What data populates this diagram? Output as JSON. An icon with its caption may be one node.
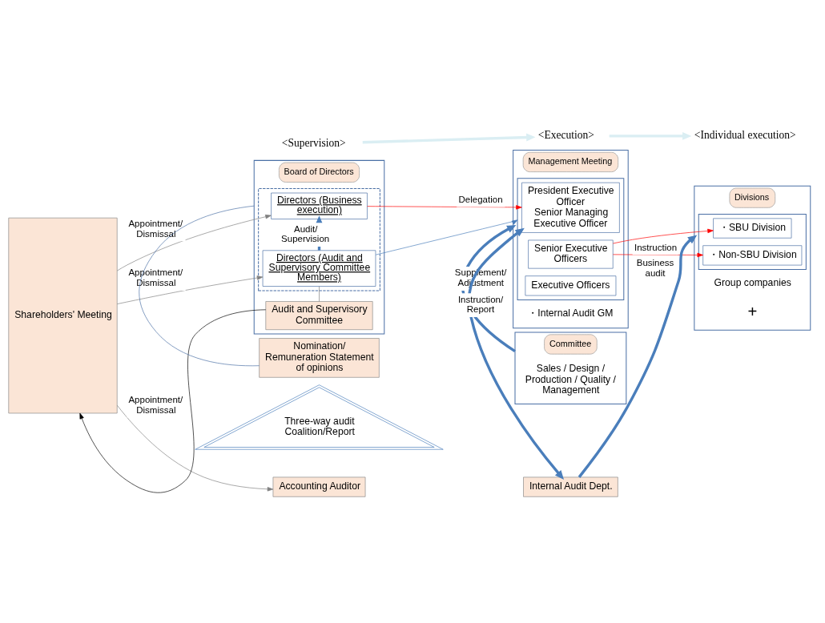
{
  "diagram": {
    "nodes": [
      {
        "text": [
          "Shareholders' Meeting"
        ]
      },
      {
        "text": [
          "Board of Directors"
        ]
      },
      {
        "text": [],
        "shape": "box",
        "in": 1
      },
      {
        "text": [
          "Directors (Business execution)"
        ],
        "in": 2
      },
      {
        "text": [
          "Directors (Audit and Supervisory Committee Members)"
        ],
        "in": 2
      },
      {
        "text": [
          "Audit and Supervisory Committee"
        ],
        "in": 1
      },
      {
        "text": [
          "Nomination/ Remuneration Statement of opinions"
        ]
      },
      {
        "text": [
          "Management Meeting"
        ]
      },
      {
        "text": [],
        "shape": "box",
        "in": 7
      },
      {
        "text": [
          "President Executive Officer",
          "Senior Managing Executive Officer"
        ],
        "in": 8
      },
      {
        "text": [
          "Senior Executive Officers"
        ],
        "in": 8
      },
      {
        "text": [
          "Executive Officers"
        ],
        "in": 8
      },
      {
        "text": [
          "・Internal Audit GM"
        ],
        "in": 7
      },
      {
        "text": [
          "Divisions"
        ]
      },
      {
        "text": [],
        "shape": "box",
        "in": 13
      },
      {
        "text": [
          "・SBU Division"
        ],
        "in": 14
      },
      {
        "text": [
          "・Non-SBU Division"
        ],
        "in": 14
      },
      {
        "text": [
          "Group companies"
        ],
        "in": 13
      },
      {
        "text": [
          "Committee"
        ]
      },
      {
        "text": [
          "Sales / Design / Production / Quality / Management"
        ],
        "in": 18
      },
      {
        "text": [
          "Three-way audit Coalition/Report"
        ]
      },
      {
        "text": [
          "Accounting Auditor"
        ]
      },
      {
        "text": [
          "Internal Audit Dept."
        ]
      },
      {
        "text": [
          "<Supervision>"
        ]
      },
      {
        "text": [
          "<Execution>"
        ]
      },
      {
        "text": [
          "<Individual execution>"
        ]
      }
    ],
    "edges": [
      {
        "from": 23,
        "to": 24,
        "arrow": "to",
        "style": "thick",
        "color": "#daeef3"
      },
      {
        "from": 24,
        "to": 25,
        "arrow": "to",
        "style": "thick",
        "color": "#daeef3"
      },
      {
        "from": 0,
        "to": 3,
        "arrow": "to",
        "label": "Appointment/ Dismissal",
        "color": "#808080"
      },
      {
        "from": 0,
        "to": 4,
        "arrow": "to",
        "label": "Appointment/ Dismissal",
        "color": "#808080"
      },
      {
        "from": 5,
        "to": 0,
        "arrow": "to",
        "color": "#000000"
      },
      {
        "from": 6,
        "to": 1,
        "arrow": "none",
        "color": "#4a6fa5"
      },
      {
        "from": 0,
        "to": 21,
        "arrow": "to",
        "label": "Appointment/ Dismissal",
        "color": "#808080"
      },
      {
        "from": 4,
        "to": 3,
        "arrow": "to",
        "label": "Audit/ Supervision",
        "style": "thick"
      },
      {
        "from": 4,
        "to": 5,
        "arrow": "none",
        "color": "#808080"
      },
      {
        "from": 3,
        "to": 9,
        "arrow": "to",
        "label": "Delegation",
        "color": "#ff0000"
      },
      {
        "from": 4,
        "to": 8,
        "arrow": "to"
      },
      {
        "from": 22,
        "to": 9,
        "arrow": "both",
        "label": "Instruction/ Report",
        "style": "thick"
      },
      {
        "from": 18,
        "to": 7,
        "arrow": "to",
        "label": "Supplement/ Adjustment",
        "style": "thick"
      },
      {
        "from": 10,
        "to": 15,
        "arrow": "to",
        "color": "#ff0000"
      },
      {
        "from": 10,
        "to": 16,
        "arrow": "to",
        "label": "Instruction",
        "color": "#ff0000"
      },
      {
        "from": 22,
        "to": 13,
        "arrow": "to",
        "label": "Business audit",
        "style": "thick"
      }
    ],
    "labels": [
      "+"
    ]
  }
}
